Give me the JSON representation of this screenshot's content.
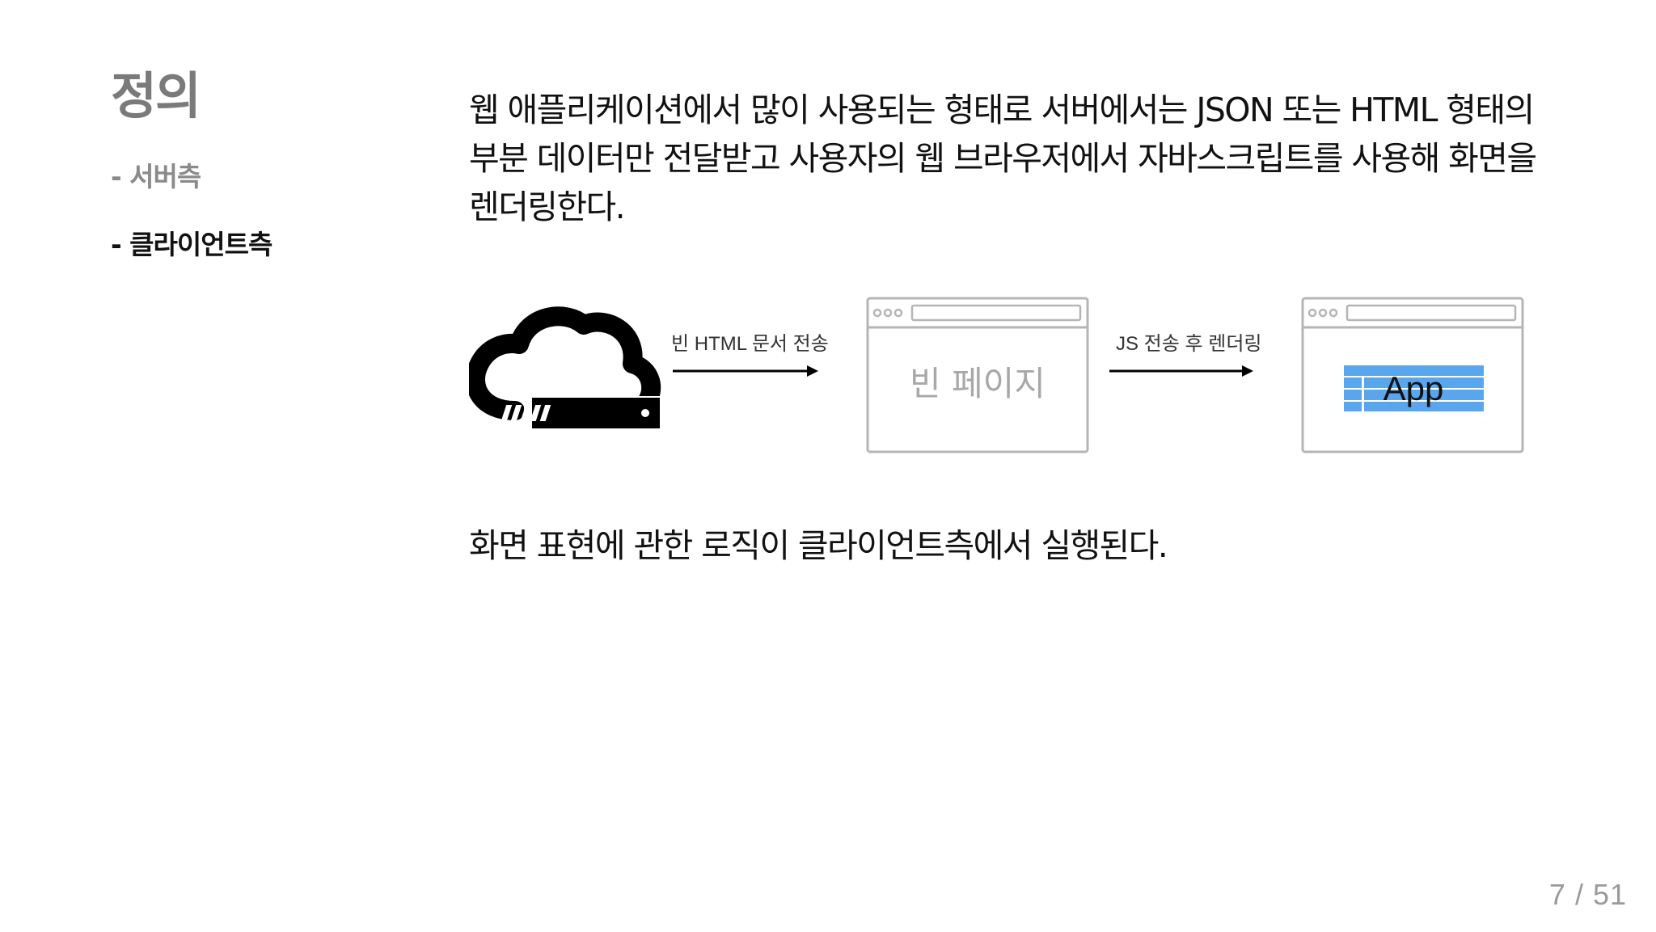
{
  "slide": {
    "title": "정의",
    "nav": {
      "server": "- 서버측",
      "client": "- 클라이언트측"
    },
    "paragraph_1": "웹 애플리케이션에서 많이 사용되는 형태로 서버에서는 JSON 또는 HTML 형태의 부분 데이터만 전달받고 사용자의 웹 브라우저에서 자바스크립트를 사용해 화면을 렌더링한다.",
    "diagram": {
      "arrow_1_label": "빈 HTML 문서 전송",
      "blank_page_label": "빈 페이지",
      "arrow_2_label": "JS 전송 후 렌더링",
      "app_label": "App",
      "icons": [
        "cloud-server-icon",
        "browser-window-icon",
        "arrow-right-icon"
      ],
      "colors": {
        "app_table": "#5aa6ee",
        "window_border": "#b5b5b5"
      }
    },
    "paragraph_2": "화면 표현에 관한 로직이 클라이언트측에서 실행된다.",
    "page_number": "7 / 51"
  }
}
